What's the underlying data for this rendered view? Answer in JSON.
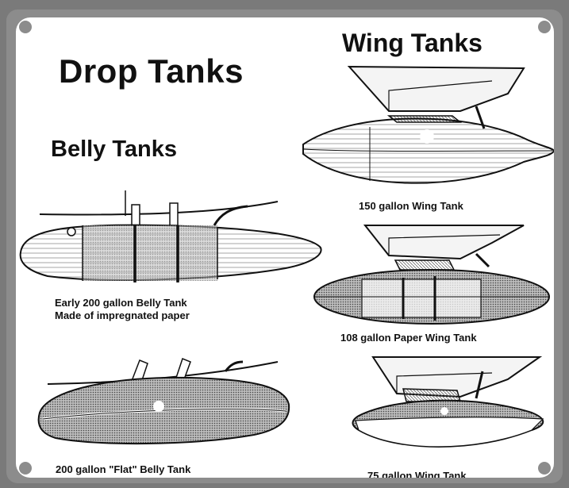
{
  "title": "Drop Tanks",
  "sections": {
    "wing": "Wing Tanks",
    "belly": "Belly Tanks"
  },
  "captions": {
    "wing_150": "150 gallon Wing Tank",
    "belly_200_line1": "Early 200 gallon Belly Tank",
    "belly_200_line2": "Made of impregnated paper",
    "wing_108": "108 gallon Paper Wing Tank",
    "belly_flat": "200 gallon \"Flat\" Belly Tank",
    "wing_75": "75 gallon Wing Tank"
  },
  "colors": {
    "frame": "#8c8c8c",
    "panel": "#ffffff",
    "ink": "#111111",
    "shade": "#9a9a9a"
  }
}
